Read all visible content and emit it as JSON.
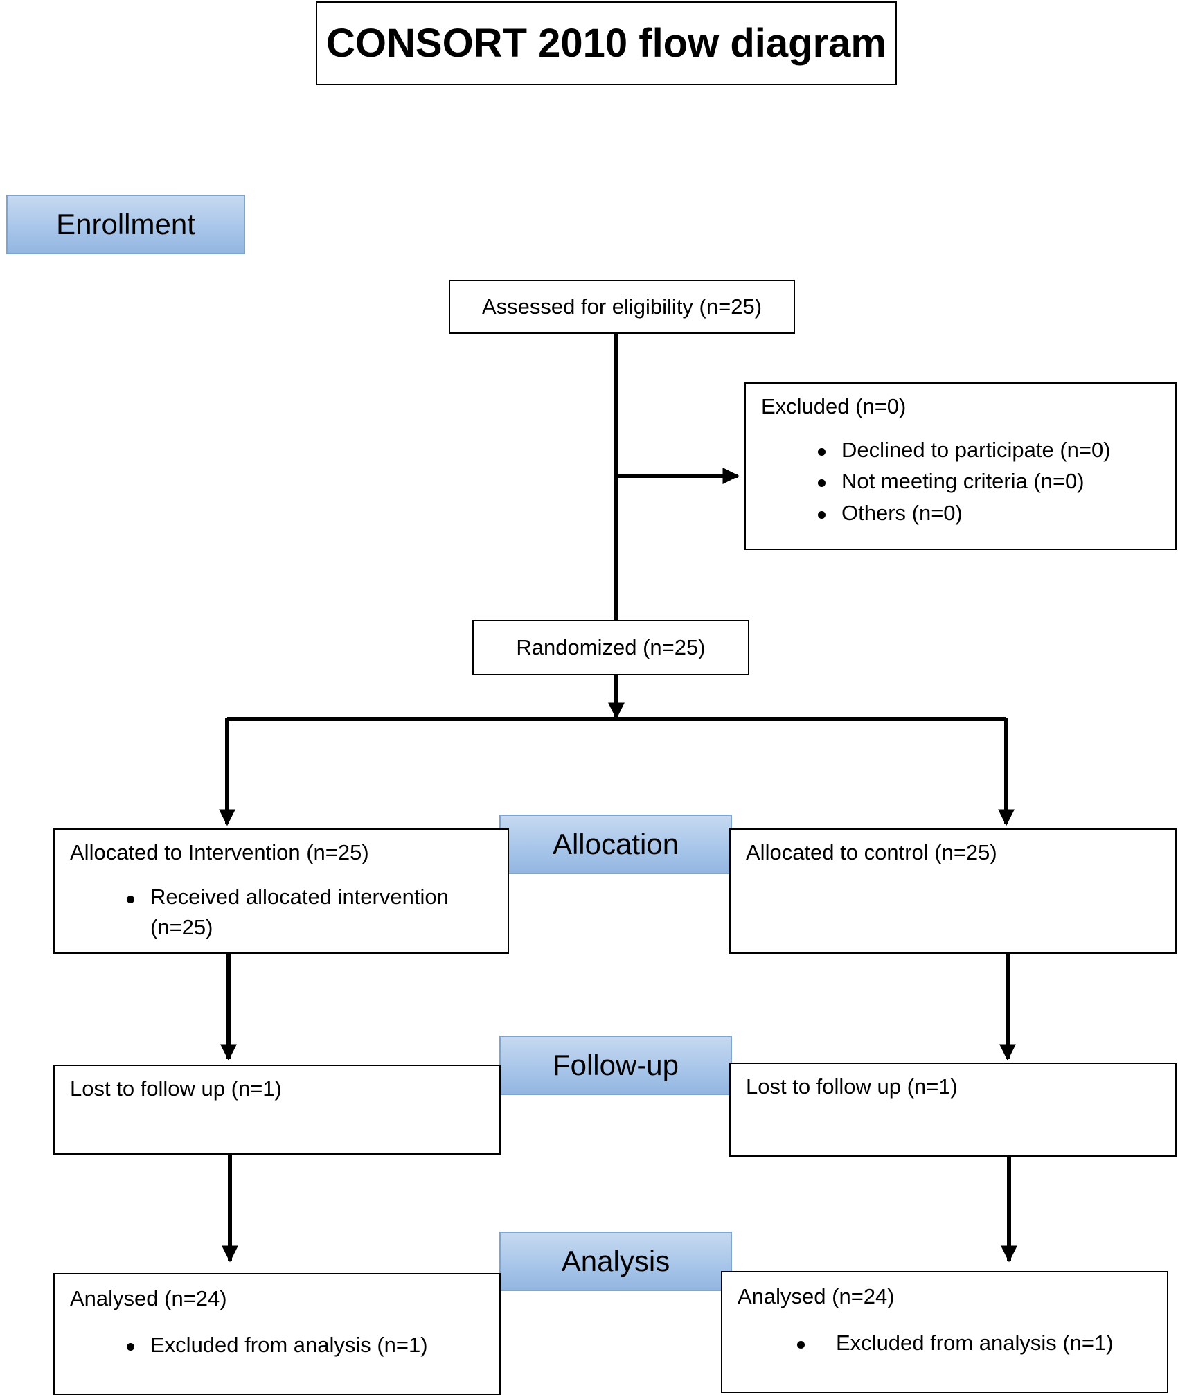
{
  "title": "CONSORT 2010 flow diagram",
  "phases": {
    "enrollment": "Enrollment",
    "allocation": "Allocation",
    "followup": "Follow-up",
    "analysis": "Analysis"
  },
  "enrollment": {
    "assessed": "Assessed for eligibility (n=25)",
    "excluded": {
      "heading": "Excluded (n=0)",
      "items": [
        "Declined to participate (n=0)",
        "Not meeting criteria (n=0)",
        "Others (n=0)"
      ]
    },
    "randomized": "Randomized (n=25)"
  },
  "intervention": {
    "allocated": "Allocated to Intervention (n=25)",
    "allocated_items": [
      "Received allocated intervention (n=25)"
    ],
    "followup": "Lost to follow up (n=1)",
    "analysed": "Analysed (n=24)",
    "analysed_items": [
      "Excluded from analysis (n=1)"
    ]
  },
  "control": {
    "allocated": "Allocated to control (n=25)",
    "followup": "Lost to follow up (n=1)",
    "analysed": "Analysed (n=24)",
    "analysed_items": [
      "Excluded from analysis (n=1)"
    ]
  }
}
